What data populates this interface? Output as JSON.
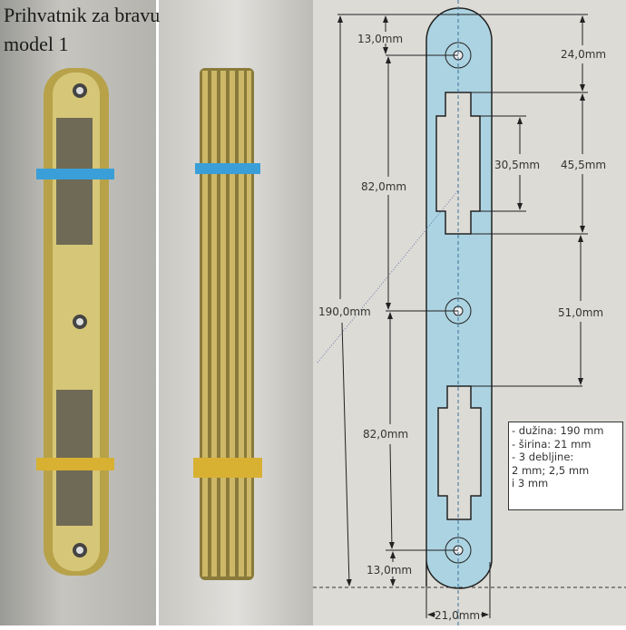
{
  "title": {
    "line1": "Prihvatnik za bravu",
    "line2": "model 1"
  },
  "drawing": {
    "dimensions": {
      "total_length": "190,0mm",
      "top_hole_offset": "13,0mm",
      "hole_spacing_upper": "82,0mm",
      "hole_spacing_lower": "82,0mm",
      "bottom_hole_offset": "13,0mm",
      "top_to_slot": "24,0mm",
      "slot_length": "45,5mm",
      "slot_inner": "30,5mm",
      "slot_gap": "51,0mm",
      "width": "21,0mm"
    },
    "info": {
      "line1": "- dužina: 190 mm",
      "line2": "- širina: 21 mm",
      "line3": "- 3 debljine:",
      "line4": "2 mm; 2,5 mm",
      "line5": "i 3 mm"
    },
    "colors": {
      "plate": "#acd3e1",
      "background": "#dcdbd5"
    }
  }
}
